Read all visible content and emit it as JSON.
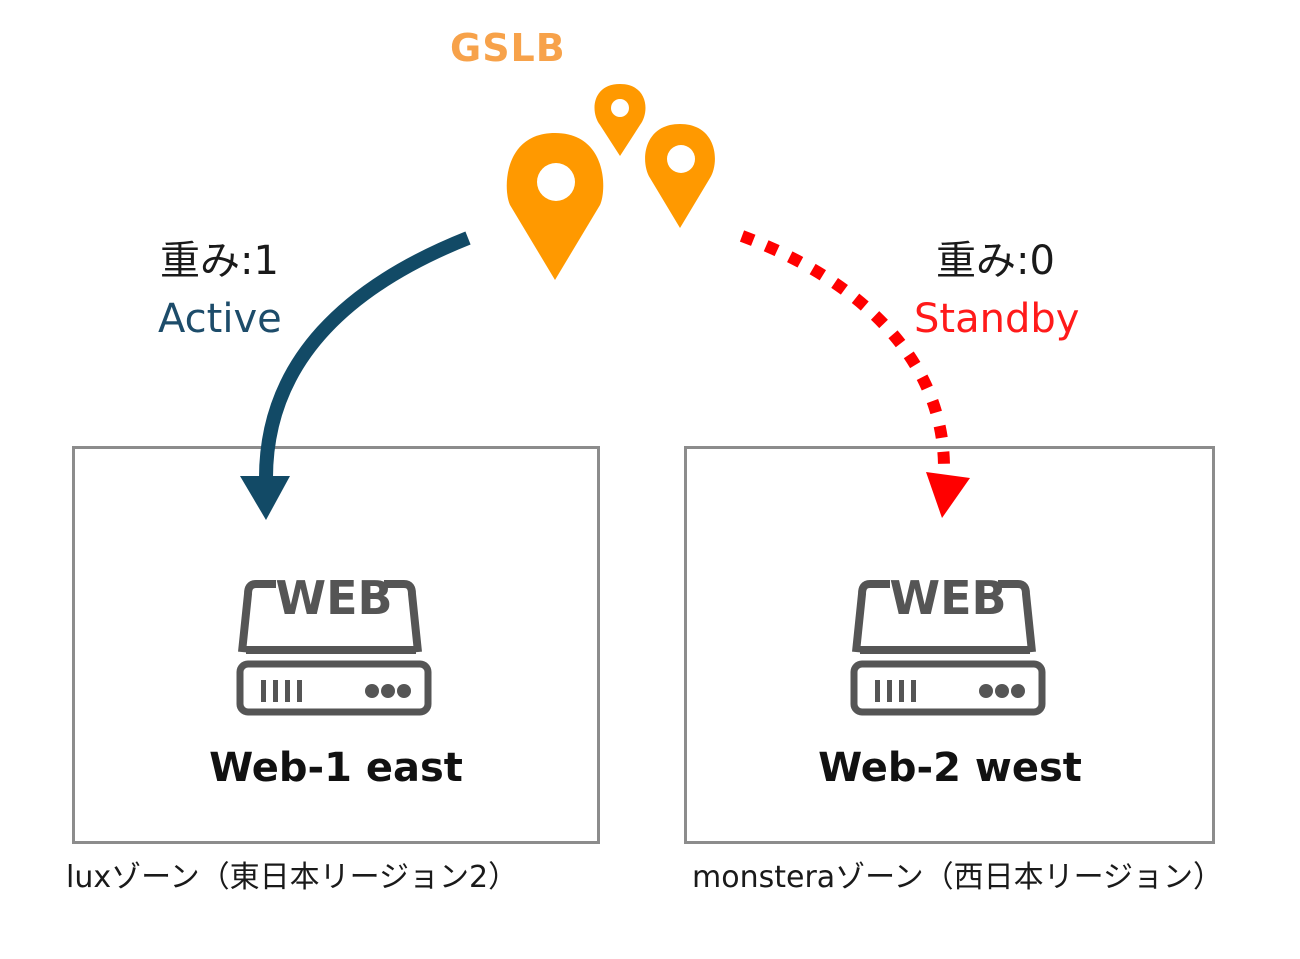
{
  "diagram": {
    "gslb": {
      "title": "GSLB",
      "icon": "map-pins-icon",
      "color": "#ff9900",
      "title_color": "#f7a24a"
    },
    "routes": [
      {
        "weight_label": "重み:1",
        "status": "Active",
        "status_color": "#1d4c6a",
        "line_style": "solid",
        "target": "Web-1 east"
      },
      {
        "weight_label": "重み:0",
        "status": "Standby",
        "status_color": "#ff0000",
        "line_style": "dotted",
        "target": "Web-2 west"
      }
    ],
    "servers": [
      {
        "icon_text": "WEB",
        "name": "Web-1 east",
        "zone": "luxゾーン（東日本リージョン2）"
      },
      {
        "icon_text": "WEB",
        "name": "Web-2 west",
        "zone": "monsteraゾーン（西日本リージョン）"
      }
    ],
    "icon_color": "#555555"
  }
}
